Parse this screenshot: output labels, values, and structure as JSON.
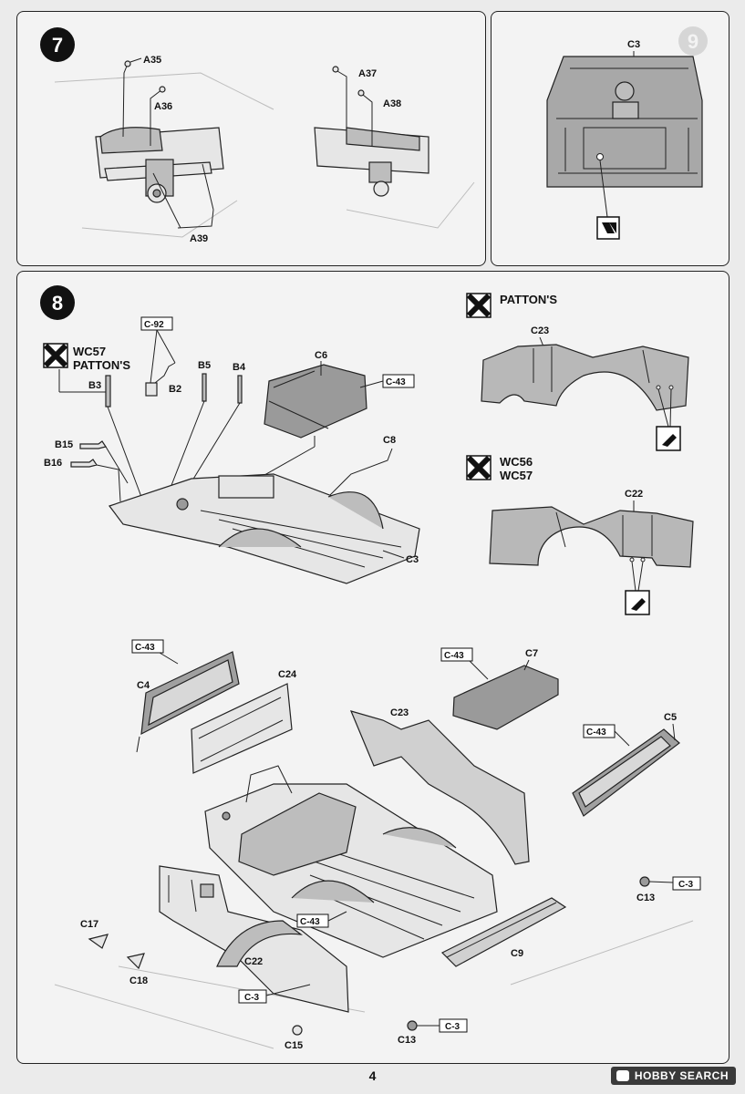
{
  "steps": {
    "step7": {
      "number": "7"
    },
    "step8": {
      "number": "8"
    },
    "step9": {
      "number": "9"
    }
  },
  "labels": {
    "a35": "A35",
    "a36": "A36",
    "a37": "A37",
    "a38": "A38",
    "a39": "A39",
    "c3_top": "C3",
    "c3_chassis": "C3",
    "c92": "C-92",
    "b2": "B2",
    "b3": "B3",
    "b4": "B4",
    "b5": "B5",
    "b15": "B15",
    "b16": "B16",
    "c6": "C6",
    "c43_a": "C-43",
    "c8": "C8",
    "c23_top": "C23",
    "c22_top": "C22",
    "c43_b": "C-43",
    "c4": "C4",
    "c24": "C24",
    "c43_c": "C-43",
    "c7": "C7",
    "c23": "C23",
    "c43_d": "C-43",
    "c5": "C5",
    "c3_b": "C-3",
    "c13_a": "C13",
    "c43_e": "C-43",
    "c22": "C22",
    "c9": "C9",
    "c17": "C17",
    "c18": "C18",
    "c3_c": "C-3",
    "c15": "C15",
    "c13_b": "C13",
    "c3_d": "C-3"
  },
  "variants": {
    "wc57_line1": "WC57",
    "wc57_line2": "PATTON'S",
    "pattons": "PATTON'S",
    "wc56_line1": "WC56",
    "wc56_line2": "WC57"
  },
  "footer": {
    "page_number": "4",
    "watermark": "HOBBY SEARCH"
  }
}
